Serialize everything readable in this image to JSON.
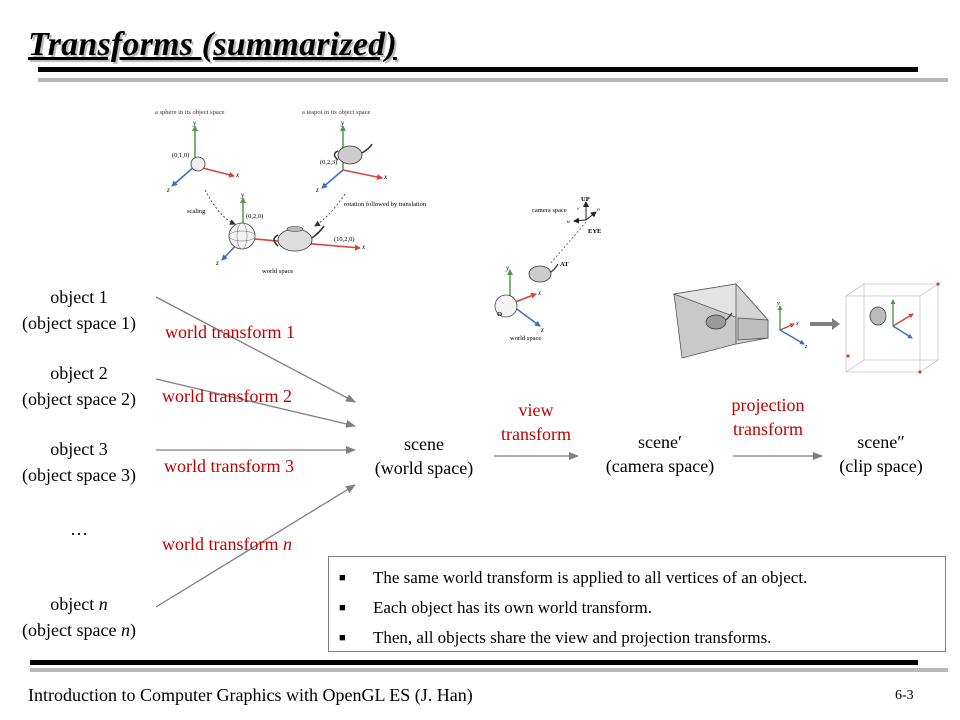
{
  "slide": {
    "title": "Transforms (summarized)",
    "footer": "Introduction to Computer Graphics with OpenGL ES (J. Han)",
    "page_number": "6-3"
  },
  "figures": {
    "world_space_figure": {
      "sphere_caption": "a sphere in its object space",
      "teapot_caption": "a teapot in its object space",
      "sphere_origin": "(0,1,0)",
      "teapot_origin": "(0,2,3)",
      "scaling_label": "scaling",
      "rotation_label": "rotation followed by translation",
      "sphere_world_pos": "(0,2,0)",
      "teapot_world_pos": "(10,2,0)",
      "world_space_label": "world space",
      "axis_x": "x",
      "axis_y": "y",
      "axis_z": "z"
    },
    "camera_figure": {
      "camera_space_label": "camera space",
      "up_label": "UP",
      "eye_label": "EYE",
      "at_label": "AT",
      "origin_label": "O",
      "world_space_label": "world space",
      "u": "u",
      "v": "v",
      "n": "n",
      "axis_x": "x",
      "axis_y": "y",
      "axis_z": "z"
    }
  },
  "objects": [
    {
      "name": "object 1",
      "space": "(object space 1)"
    },
    {
      "name": "object 2",
      "space": "(object space 2)"
    },
    {
      "name": "object 3",
      "space": "(object space 3)"
    },
    {
      "ellipsis": "…"
    },
    {
      "name_prefix": "object ",
      "name_var": "n",
      "space_prefix": "(object space ",
      "space_var": "n",
      "space_suffix": ")"
    }
  ],
  "world_transforms": [
    {
      "label": "world transform 1"
    },
    {
      "label": "world transform 2"
    },
    {
      "label": "world transform 3"
    },
    {
      "label_prefix": "world transform ",
      "label_var": "n"
    }
  ],
  "pipeline": {
    "scene": {
      "line1": "scene",
      "line2": "(world space)"
    },
    "view_transform": {
      "line1": "view",
      "line2": "transform"
    },
    "scene_camera": {
      "line1": "scene′",
      "line2": "(camera space)"
    },
    "projection_transform": {
      "line1": "projection",
      "line2": "transform"
    },
    "scene_clip": {
      "line1": "scene″",
      "line2": "(clip space)"
    }
  },
  "notes": [
    "The same world transform is applied to all vertices of an object.",
    "Each object has its own world transform.",
    "Then, all objects share the view and projection transforms."
  ],
  "colors": {
    "accent_red": "#c00000",
    "axis_x_red": "#d9413d",
    "axis_y_green": "#4f9a4a",
    "axis_z_blue": "#3a6fc4",
    "arrow_gray": "#7f7f7f"
  }
}
